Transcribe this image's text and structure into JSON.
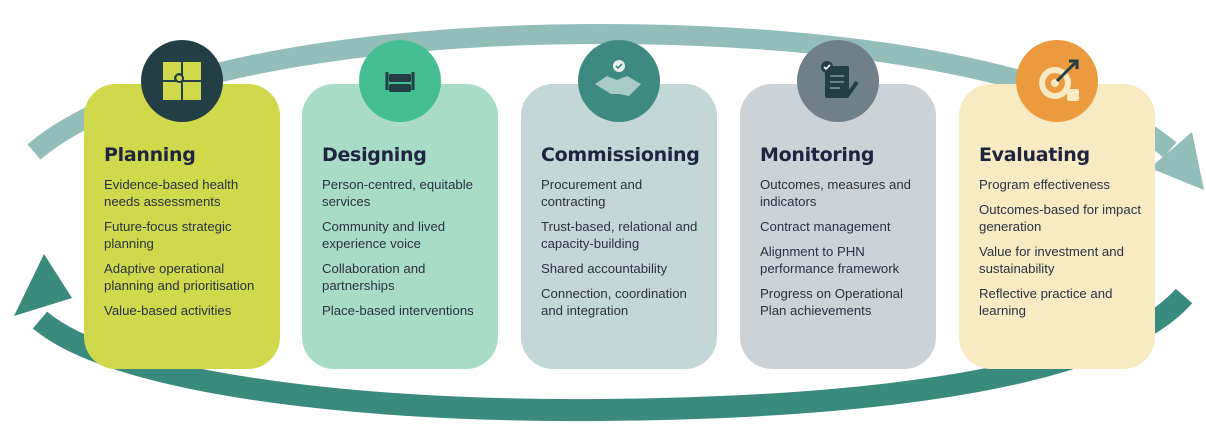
{
  "stages": [
    {
      "id": "planning",
      "title": "Planning",
      "icon": "puzzle-icon",
      "card_color": "#cfd94b",
      "badge_color": "#233e44",
      "items": [
        "Evidence-based health needs assessments",
        "Future-focus strategic planning",
        "Adaptive operational planning and prioritisation",
        "Value-based activities"
      ]
    },
    {
      "id": "designing",
      "title": "Designing",
      "icon": "process-flow-icon",
      "card_color": "#a9dcc6",
      "badge_color": "#46be93",
      "items": [
        "Person-centred, equitable services",
        "Community and lived experience voice",
        "Collaboration and partnerships",
        "Place-based interventions"
      ]
    },
    {
      "id": "commissioning",
      "title": "Commissioning",
      "icon": "handshake-icon",
      "card_color": "#c3d8d6",
      "badge_color": "#3f8a80",
      "items": [
        "Procurement and contracting",
        "Trust-based, relational and capacity-building",
        "Shared accountability",
        "Connection, coordination and integration"
      ]
    },
    {
      "id": "monitoring",
      "title": "Monitoring",
      "icon": "clipboard-pen-icon",
      "card_color": "#ccd2d5",
      "badge_color": "#6f8088",
      "items": [
        "Outcomes, measures and indicators",
        "Contract management",
        "Alignment to PHN performance framework",
        "Progress on Operational Plan achievements"
      ]
    },
    {
      "id": "evaluating",
      "title": "Evaluating",
      "icon": "target-dart-icon",
      "card_color": "#f8eac2",
      "badge_color": "#ec9a3e",
      "items": [
        "Program effectiveness",
        "Outcomes-based for impact generation",
        "Value for investment and sustainability",
        "Reflective practice and learning"
      ]
    }
  ],
  "colors": {
    "top_arrow": "#93bdb8",
    "bottom_arrow": "#3a8a7e"
  }
}
